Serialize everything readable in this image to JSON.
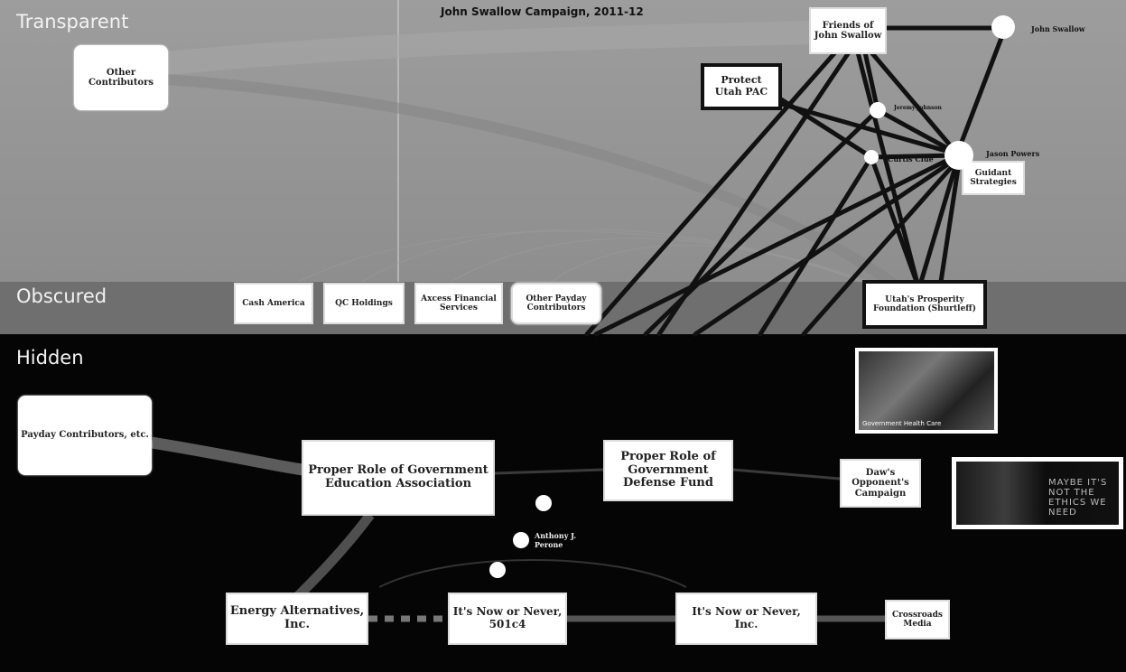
{
  "title": "John Swallow Campaign, 2011-12",
  "bands": {
    "transparent": "Transparent",
    "obscured": "Obscured",
    "hidden": "Hidden"
  },
  "nodes": {
    "other_contributors": "Other Contributors",
    "friends_of_john_swallow": "Friends of John Swallow",
    "protect_utah_pac": "Protect Utah PAC",
    "guidant_strategies": "Guidant Strategies",
    "cash_america": "Cash America",
    "qc_holdings": "QC Holdings",
    "axcess_financial": "Axcess Financial Services",
    "other_payday": "Other Payday Contributors",
    "utahs_prosperity": "Utah's Prosperity Foundation (Shurtleff)",
    "payday_contributors": "Payday Contributors, etc.",
    "prgea": "Proper Role of Government Education Association",
    "prgdf": "Proper Role of Government Defense Fund",
    "daws_opponent": "Daw's Opponent's Campaign",
    "energy_alternatives": "Energy Alternatives, Inc.",
    "its_now_501c4": "It's Now or Never, 501c4",
    "its_now_inc": "It's Now or Never, Inc.",
    "crossroads_media": "Crossroads Media"
  },
  "people": {
    "john_swallow": "John Swallow",
    "jason_powers": "Jason Powers",
    "person_upper": "Jeremy Johnson",
    "curtis_clue": "Curtis Clue",
    "anthony_perone": "Anthony J. Perone"
  },
  "photos": {
    "mailer_caption": "Government Health Care",
    "ad_text": "MAYBE IT'S NOT THE ETHICS WE NEED"
  },
  "colors": {
    "transparent_band": "#969696",
    "obscured_band": "#6f6f6f",
    "hidden_band": "#050505",
    "link": "#111111"
  }
}
